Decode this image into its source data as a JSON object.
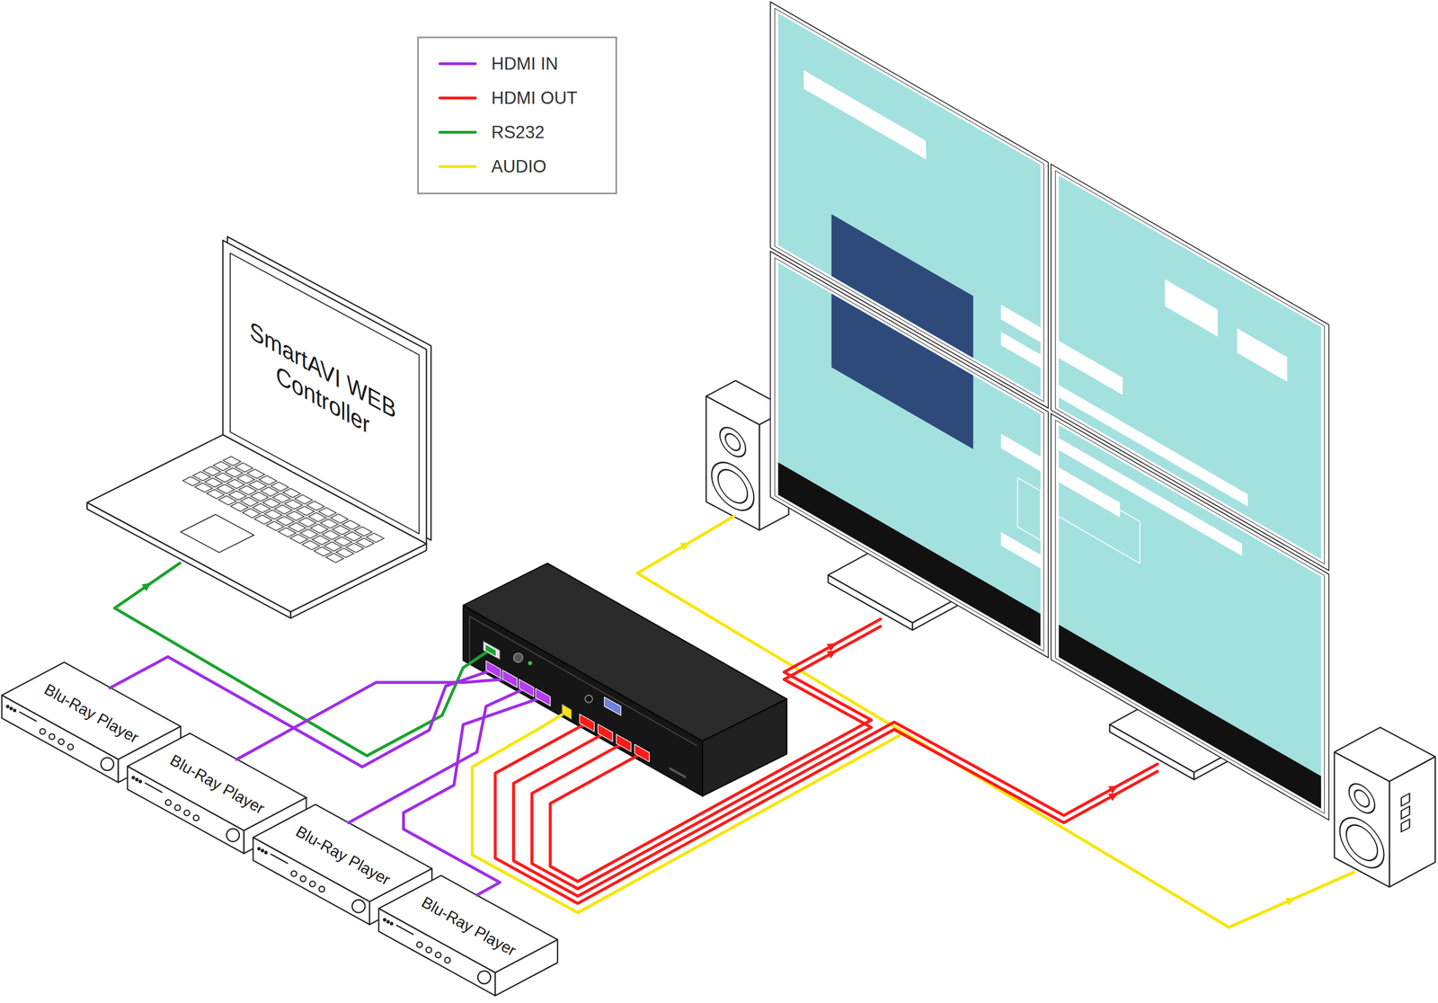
{
  "diagram": {
    "nodes": [
      {
        "text": [
          "SmartAVI WEB Controller"
        ]
      },
      {
        "text": [
          "Blu-Ray Player"
        ]
      },
      {
        "text": [
          "Blu-Ray Player"
        ]
      },
      {
        "text": [
          "Blu-Ray Player"
        ]
      },
      {
        "text": [
          "Blu-Ray Player"
        ]
      }
    ],
    "legend": [
      {
        "text": "HDMI IN",
        "color": "#a02de6"
      },
      {
        "text": "HDMI OUT",
        "color": "#ff1a1a"
      },
      {
        "text": "RS232",
        "color": "#1aa32e"
      },
      {
        "text": "AUDIO",
        "color": "#f7e600"
      }
    ]
  }
}
